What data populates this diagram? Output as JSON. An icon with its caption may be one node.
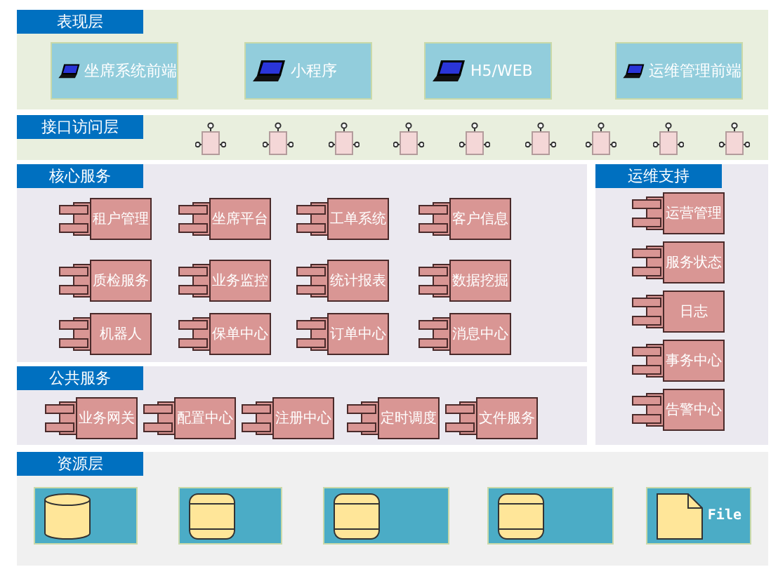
{
  "diagram": {
    "nodes": [
      {
        "text": [
          "表现层"
        ]
      },
      {
        "text": [
          "坐席系统前端"
        ],
        "in": 0
      },
      {
        "text": [
          "小程序"
        ],
        "in": 0
      },
      {
        "text": [
          "H5/WEB"
        ],
        "in": 0
      },
      {
        "text": [
          "运维管理前端"
        ],
        "in": 0
      },
      {
        "text": [
          "接口访问层"
        ]
      },
      {
        "text": [],
        "shape": "box",
        "in": 5
      },
      {
        "text": [],
        "shape": "box",
        "in": 5
      },
      {
        "text": [],
        "shape": "box",
        "in": 5
      },
      {
        "text": [],
        "shape": "box",
        "in": 5
      },
      {
        "text": [],
        "shape": "box",
        "in": 5
      },
      {
        "text": [],
        "shape": "box",
        "in": 5
      },
      {
        "text": [],
        "shape": "box",
        "in": 5
      },
      {
        "text": [],
        "shape": "box",
        "in": 5
      },
      {
        "text": [],
        "shape": "box",
        "in": 5
      },
      {
        "text": [
          "核心服务"
        ]
      },
      {
        "text": [
          "租户管理"
        ],
        "in": 15
      },
      {
        "text": [
          "坐席平台"
        ],
        "in": 15
      },
      {
        "text": [
          "工单系统"
        ],
        "in": 15
      },
      {
        "text": [
          "客户信息"
        ],
        "in": 15
      },
      {
        "text": [
          "质检服务"
        ],
        "in": 15
      },
      {
        "text": [
          "业务监控"
        ],
        "in": 15
      },
      {
        "text": [
          "统计报表"
        ],
        "in": 15
      },
      {
        "text": [
          "数据挖掘"
        ],
        "in": 15
      },
      {
        "text": [
          "机器人"
        ],
        "in": 15
      },
      {
        "text": [
          "保单中心"
        ],
        "in": 15
      },
      {
        "text": [
          "订单中心"
        ],
        "in": 15
      },
      {
        "text": [
          "消息中心"
        ],
        "in": 15
      },
      {
        "text": [
          "公共服务"
        ]
      },
      {
        "text": [
          "业务网关"
        ],
        "in": 28
      },
      {
        "text": [
          "配置中心"
        ],
        "in": 28
      },
      {
        "text": [
          "注册中心"
        ],
        "in": 28
      },
      {
        "text": [
          "定时调度"
        ],
        "in": 28
      },
      {
        "text": [
          "文件服务"
        ],
        "in": 28
      },
      {
        "text": [
          "运维支持"
        ]
      },
      {
        "text": [
          "运营管理"
        ],
        "in": 34
      },
      {
        "text": [
          "服务状态"
        ],
        "in": 34
      },
      {
        "text": [
          "日志"
        ],
        "in": 34
      },
      {
        "text": [
          "事务中心"
        ],
        "in": 34
      },
      {
        "text": [
          "告警中心"
        ],
        "in": 34
      },
      {
        "text": [
          "资源层"
        ]
      },
      {
        "text": [],
        "shape": "box",
        "in": 40
      },
      {
        "text": [],
        "shape": "box",
        "in": 40
      },
      {
        "text": [],
        "shape": "box",
        "in": 40
      },
      {
        "text": [],
        "shape": "box",
        "in": 40
      },
      {
        "text": [
          "File"
        ],
        "in": 40
      }
    ]
  }
}
